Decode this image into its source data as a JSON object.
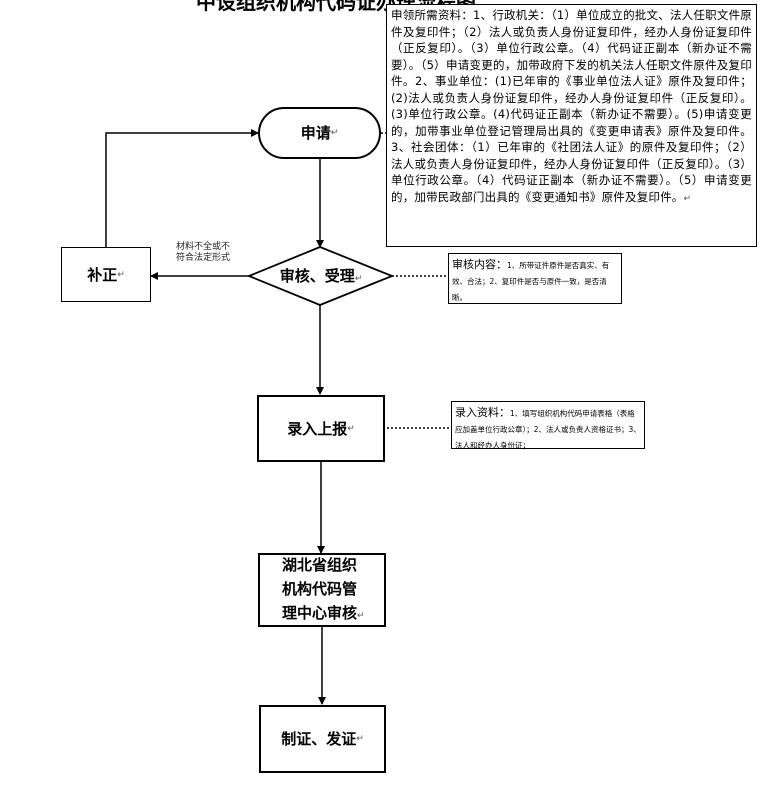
{
  "page_title": "中设组织机构代码证办理流程图",
  "requirements_note": "申领所需资料：1、行政机关：（1）单位成立的批文、法人任职文件原件及复印件；（2）法人或负责人身份证复印件，经办人身份证复印件（正反复印）。（3）单位行政公章。（4）代码证正副本（新办证不需要）。（5）申请变更的，加带政府下发的机关法人任职文件原件及复印件。2、事业单位：(1)已年审的《事业单位法人证》原件及复印件；(2)法人或负责人身份证复印件，经办人身份证复印件（正反复印）。(3)单位行政公章。(4)代码证正副本（新办证不需要）。(5)申请变更的，加带事业单位登记管理局出具的《变更申请表》原件及复印件。3、社会团体：（1）已年审的《社团法人证》的原件及复印件；（2）法人或负责人身份证复印件，经办人身份证复印件（正反复印）。（3）单位行政公章。（4）代码证正副本（新办证不需要）。（5）申请变更的，加带民政部门出具的《变更通知书》原件及复印件。",
  "nodes": {
    "apply": "申请",
    "review": "审核、受理",
    "supplement": "补正",
    "entry": "录入上报",
    "center_line1": "湖北省组织",
    "center_line2": "机构代码管",
    "center_line3": "理中心审核",
    "issue": "制证、发证"
  },
  "return_label_line1": "材料不全或不",
  "return_label_line2": "符合法定形式",
  "review_note": {
    "head": "审核内容：",
    "body": "1、所带证件原件是否真实、有效、合法；2、复印件是否与原件一致，是否清晰。"
  },
  "entry_note": {
    "head": "录入资料：",
    "body": "1、填写组织机构代码申请表格（表格应加盖单位行政公章）；2、法人或负责人资格证书；3、法人和经办人身份证；"
  },
  "paragraph_mark": "↵"
}
